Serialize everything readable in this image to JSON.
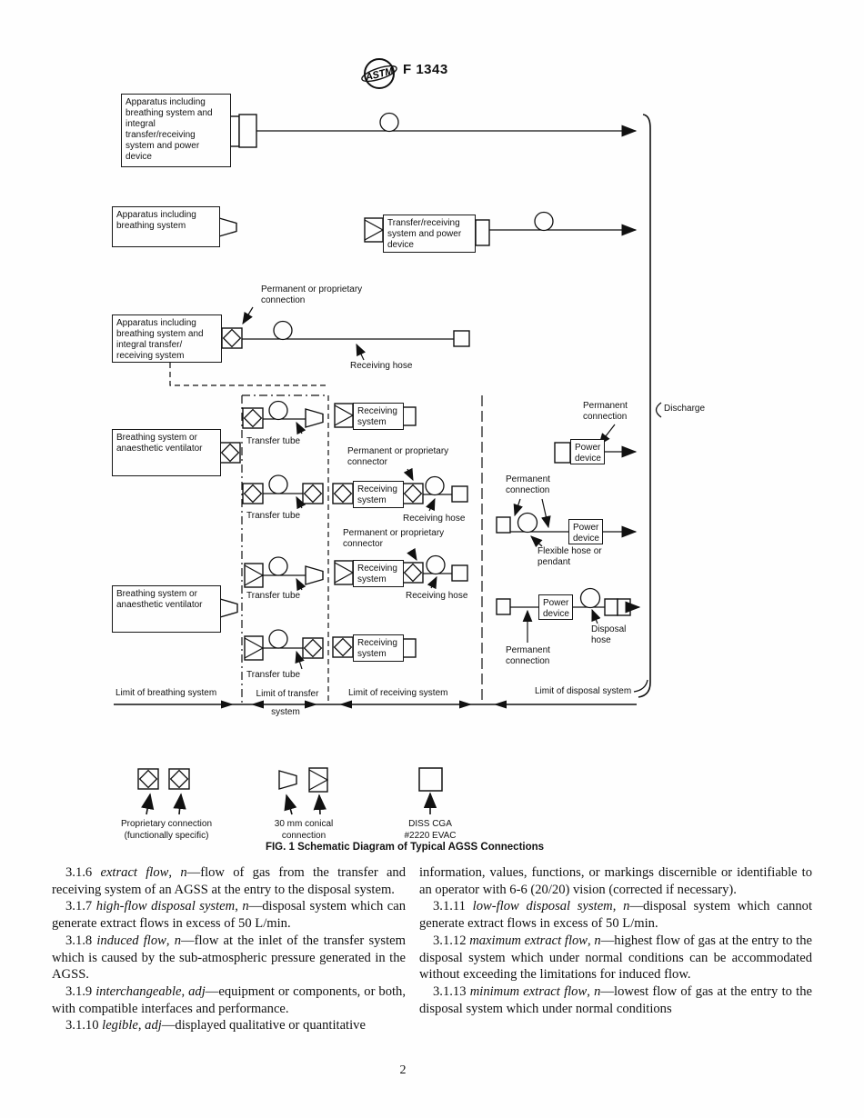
{
  "header": {
    "logo_text": "ASTM",
    "doc_number": "F 1343"
  },
  "figure": {
    "caption": "FIG. 1 Schematic Diagram of Typical AGSS Connections",
    "boxes": {
      "apparatus_full": "Apparatus including breathing system and integral transfer/receiving system and power device",
      "apparatus_breathing": "Apparatus including breathing system",
      "transfer_receiving_power": "Transfer/receiving system and power device",
      "apparatus_integral_tr": "Apparatus including breathing system and integral transfer/ receiving system",
      "breathing_or_ventilator": "Breathing system or anaesthetic ventilator",
      "receiving_system": "Receiving system",
      "power_device": "Power device"
    },
    "labels": {
      "perm_prop_connection": "Permanent or  proprietary connection",
      "perm_prop_connector": "Permanent or proprietary connector",
      "permanent_connection": "Permanent connection",
      "receiving_hose": "Receiving hose",
      "transfer_tube": "Transfer tube",
      "flexible_hose": "Flexible hose or pendant",
      "disposal_hose": "Disposal hose",
      "discharge": "Discharge",
      "limit_breathing": "Limit of breathing system",
      "limit_transfer_line1": "Limit of transfer",
      "limit_transfer_line2": "system",
      "limit_receiving": "Limit of receiving system",
      "limit_disposal": "Limit of disposal system"
    },
    "legend": {
      "proprietary_line1": "Proprietary connection",
      "proprietary_line2": "(functionally specific)",
      "conical_line1": "30 mm conical",
      "conical_line2": "connection",
      "diss_line1": "DISS CGA",
      "diss_line2": "#2220 EVAC"
    }
  },
  "body": {
    "left_column": [
      {
        "indent": true,
        "s": [
          {
            "t": "3.1.6 "
          },
          {
            "t": "extract flow",
            "i": true
          },
          {
            "t": ", "
          },
          {
            "t": "n",
            "i": true
          },
          {
            "t": "—flow of gas from the transfer and receiving system of an AGSS at the entry to the disposal system."
          }
        ]
      },
      {
        "indent": true,
        "s": [
          {
            "t": "3.1.7 "
          },
          {
            "t": "high-flow disposal system",
            "i": true
          },
          {
            "t": ", "
          },
          {
            "t": "n",
            "i": true
          },
          {
            "t": "—disposal system which can generate extract flows in excess of 50 L/min."
          }
        ]
      },
      {
        "indent": true,
        "s": [
          {
            "t": "3.1.8 "
          },
          {
            "t": "induced flow",
            "i": true
          },
          {
            "t": ", "
          },
          {
            "t": "n",
            "i": true
          },
          {
            "t": "—flow at the inlet of the transfer system which is caused by the sub-atmospheric pressure generated in the AGSS."
          }
        ]
      },
      {
        "indent": true,
        "s": [
          {
            "t": "3.1.9 "
          },
          {
            "t": "interchangeable",
            "i": true
          },
          {
            "t": ", "
          },
          {
            "t": "adj",
            "i": true
          },
          {
            "t": "—equipment or components, or both, with compatible interfaces and performance."
          }
        ]
      },
      {
        "indent": true,
        "s": [
          {
            "t": "3.1.10 "
          },
          {
            "t": "legible",
            "i": true
          },
          {
            "t": ", "
          },
          {
            "t": "adj",
            "i": true
          },
          {
            "t": "—displayed qualitative or quantitative"
          }
        ]
      }
    ],
    "right_column": [
      {
        "indent": false,
        "s": [
          {
            "t": "information, values, functions, or markings discernible or identifiable to an operator with 6-6 (20/20) vision (corrected if necessary)."
          }
        ]
      },
      {
        "indent": true,
        "s": [
          {
            "t": "3.1.11 "
          },
          {
            "t": "low-flow disposal system",
            "i": true
          },
          {
            "t": ", "
          },
          {
            "t": "n",
            "i": true
          },
          {
            "t": "—disposal system which cannot generate extract flows in excess of 50 L/min."
          }
        ]
      },
      {
        "indent": true,
        "s": [
          {
            "t": "3.1.12 "
          },
          {
            "t": "maximum extract flow",
            "i": true
          },
          {
            "t": ", "
          },
          {
            "t": "n",
            "i": true
          },
          {
            "t": "—highest flow of gas at the entry to the disposal system which under normal conditions can be accommodated without exceeding the limitations for induced flow."
          }
        ]
      },
      {
        "indent": true,
        "s": [
          {
            "t": "3.1.13 "
          },
          {
            "t": "minimum extract flow",
            "i": true
          },
          {
            "t": ", "
          },
          {
            "t": "n",
            "i": true
          },
          {
            "t": "—lowest flow of gas at the entry to the disposal system which under normal conditions"
          }
        ]
      }
    ]
  },
  "footer": {
    "page_number": "2"
  }
}
